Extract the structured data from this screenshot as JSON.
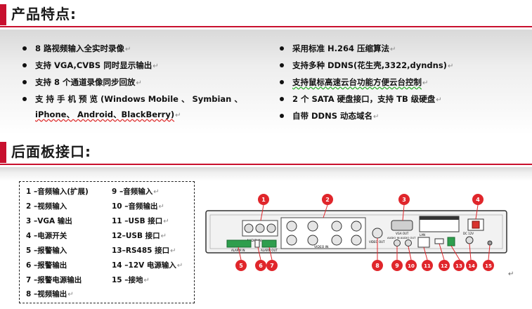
{
  "section1": {
    "title": "产品特点:"
  },
  "features_left": [
    "8 路视频输入全实时录像",
    "支持 VGA,CVBS 同时显示输出",
    "支持 8 个通道录像同步回放",
    "支 持 手 机 预 览 (Windows Mobile 、 Symbian 、",
    "iPhone、 Android、BlackBerry)"
  ],
  "features_right": [
    "采用标准 H.264 压缩算法",
    "支持多种 DDNS(花生壳,3322,dyndns)",
    "支持鼠标高速云台功能方便云台控制",
    "2 个 SATA 硬盘接口，支持 TB 级硬盘",
    "自带 DDNS 动态域名"
  ],
  "paragraph_mark": "↵",
  "section2": {
    "title": "后面板接口:"
  },
  "legend": [
    {
      "left": "1 –音频输入(扩展)",
      "right": "9 –音频输入"
    },
    {
      "left": "2 –视频输入",
      "right": "10 –音频输出"
    },
    {
      "left": "3 –VGA 输出",
      "right": "11 –USB 接口"
    },
    {
      "left": "4 –电源开关",
      "right": "12–USB 接口"
    },
    {
      "left": "5 –报警输入",
      "right": "13–RS485 接口"
    },
    {
      "left": "6 –报警输出",
      "right": "14 –12V 电源输入"
    },
    {
      "left": "7 –报警电源输出",
      "right": "15 –接地"
    },
    {
      "left": "8 –视频输出",
      "right": ""
    }
  ],
  "panel": {
    "labels": {
      "audio_in_ext": "AUDIO IN",
      "video_in": "VIDEO IN",
      "vga_out": "VGA OUT",
      "video_out": "VIDEO OUT",
      "audio_in_out": "AUDIO IN  AUDIO OUT",
      "lan": "LAN",
      "dc": "DC 12V",
      "alarm_in": "ALARM IN",
      "alarm_out": "ALARM OUT"
    },
    "callouts": [
      "1",
      "2",
      "3",
      "4",
      "5",
      "6",
      "7",
      "8",
      "9",
      "10",
      "11",
      "12",
      "13",
      "14",
      "15"
    ],
    "callout_color": "#e0262b"
  }
}
